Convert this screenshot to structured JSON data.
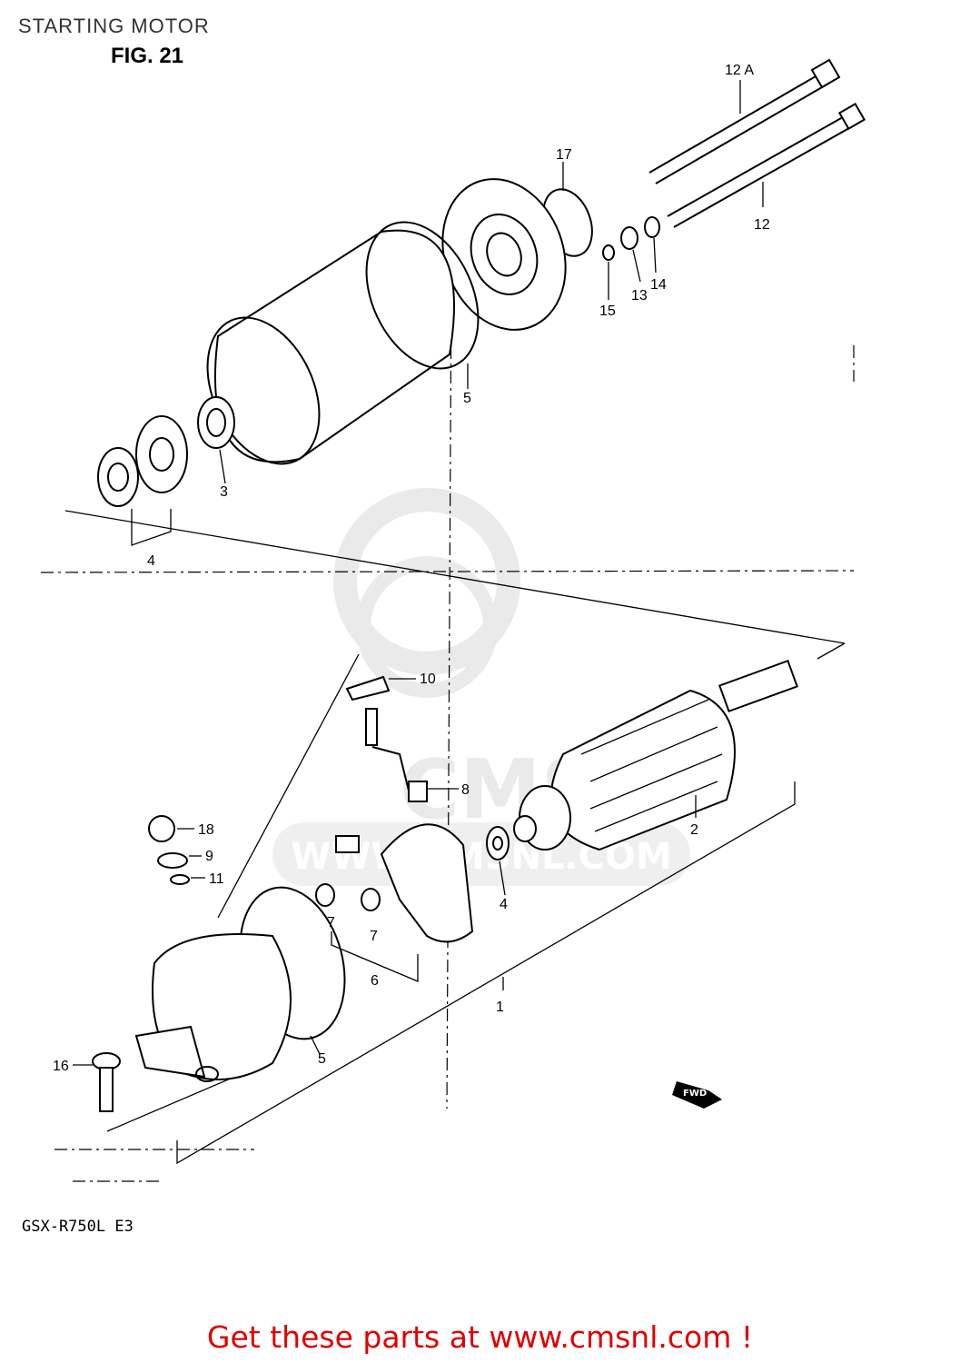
{
  "header": {
    "title": "STARTING MOTOR",
    "figure": "FIG. 21"
  },
  "footer": {
    "model": "GSX-R750L E3",
    "banner": "Get these parts at www.cmsnl.com !"
  },
  "watermark": {
    "text": "WWW.CMSNL.COM",
    "logo_text": "CMS"
  },
  "fwd_badge": "FWD",
  "callouts": {
    "c12a": "12 A",
    "c17": "17",
    "c12": "12",
    "c15": "15",
    "c13": "13",
    "c14": "14",
    "c5_top": "5",
    "c3": "3",
    "c4_top": "4",
    "c10": "10",
    "c8": "8",
    "c2": "2",
    "c18": "18",
    "c9": "9",
    "c11": "11",
    "c4_mid": "4",
    "c7a": "7",
    "c7b": "7",
    "c6": "6",
    "c1": "1",
    "c5_bot": "5",
    "c16": "16"
  },
  "colors": {
    "banner": "#e00000",
    "ink": "#000000",
    "watermark": "#d9d9d9"
  }
}
